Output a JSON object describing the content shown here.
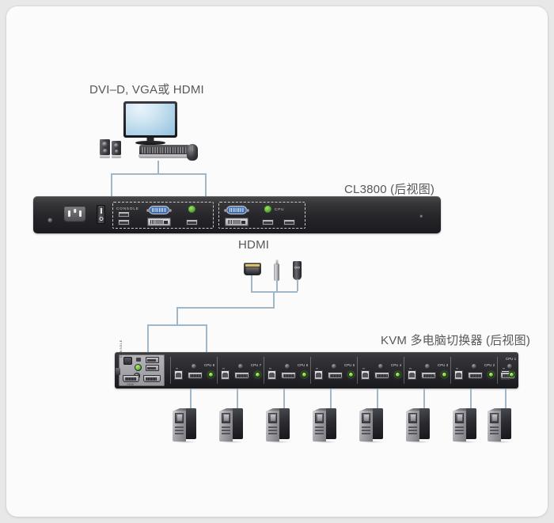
{
  "diagram": {
    "labels": {
      "video_interfaces": "DVI–D, VGA或 HDMI",
      "cl3800": "CL3800 (后视图)",
      "hdmi_cable": "HDMI",
      "kvm_switch": "KVM 多电脑切换器 (后视图)"
    },
    "colors": {
      "page_background": "#e8e8e8",
      "card_background": "#fbfbfb",
      "cable_line": "#9fb7c6",
      "label_text": "#58585a",
      "chassis_dark": "#26262a",
      "led_green": "#63c52a",
      "vga_blue": "#2a5ea8",
      "hdmi_gold": "#c9a93f"
    },
    "console_peripherals": [
      {
        "name": "monitor",
        "label": ""
      },
      {
        "name": "speakers",
        "label": ""
      },
      {
        "name": "keyboard",
        "label": ""
      },
      {
        "name": "mouse",
        "label": ""
      }
    ],
    "cl3800": {
      "name": "CL3800",
      "view": "后视图",
      "console_section_label": "CONSOLE",
      "cpu_section_label": "CPU",
      "ports": [
        {
          "name": "power-inlet",
          "type": "IEC-C14"
        },
        {
          "name": "power-switch",
          "type": "rocker"
        },
        {
          "name": "console-usb-a-upper",
          "type": "USB-A"
        },
        {
          "name": "console-usb-a-lower",
          "type": "USB-A"
        },
        {
          "name": "console-vga",
          "type": "VGA"
        },
        {
          "name": "console-dvi",
          "type": "DVI-D"
        },
        {
          "name": "console-audio",
          "type": "audio"
        },
        {
          "name": "console-usb",
          "type": "USB"
        },
        {
          "name": "cpu-vga",
          "type": "VGA"
        },
        {
          "name": "cpu-dvi",
          "type": "DVI-D"
        },
        {
          "name": "cpu-audio",
          "type": "audio"
        },
        {
          "name": "cpu-usb",
          "type": "USB"
        }
      ]
    },
    "hdmi_cable_bundle": {
      "label": "HDMI",
      "connectors": [
        {
          "name": "hdmi-connector",
          "type": "HDMI"
        },
        {
          "name": "audio-connector",
          "type": "3.5mm"
        },
        {
          "name": "usb-connector",
          "type": "USB-A"
        }
      ]
    },
    "kvm": {
      "name": "KVM 多电脑切换器",
      "view": "后视图",
      "console_label": "CONSOLE",
      "console_ports": [
        {
          "name": "power-jack",
          "label": ""
        },
        {
          "name": "firmware-switch",
          "label": ""
        },
        {
          "name": "console-audio-in",
          "label": ""
        },
        {
          "name": "console-usb-a-upper",
          "label": ""
        },
        {
          "name": "console-usb-a-lower",
          "label": ""
        },
        {
          "name": "console-mic",
          "label": ""
        },
        {
          "name": "console-hdmi",
          "label": "HDMI"
        },
        {
          "name": "console-usb",
          "label": ""
        }
      ],
      "cpu_ports": [
        {
          "label": "CPU 8",
          "index": 8
        },
        {
          "label": "CPU 7",
          "index": 7
        },
        {
          "label": "CPU 6",
          "index": 6
        },
        {
          "label": "CPU 5",
          "index": 5
        },
        {
          "label": "CPU 4",
          "index": 4
        },
        {
          "label": "CPU 3",
          "index": 3
        },
        {
          "label": "CPU 2",
          "index": 2
        },
        {
          "label": "CPU 1",
          "index": 1
        }
      ]
    },
    "computers": [
      {
        "name": "computer-1"
      },
      {
        "name": "computer-2"
      },
      {
        "name": "computer-3"
      },
      {
        "name": "computer-4"
      },
      {
        "name": "computer-5"
      },
      {
        "name": "computer-6"
      },
      {
        "name": "computer-7"
      },
      {
        "name": "computer-8"
      }
    ]
  }
}
